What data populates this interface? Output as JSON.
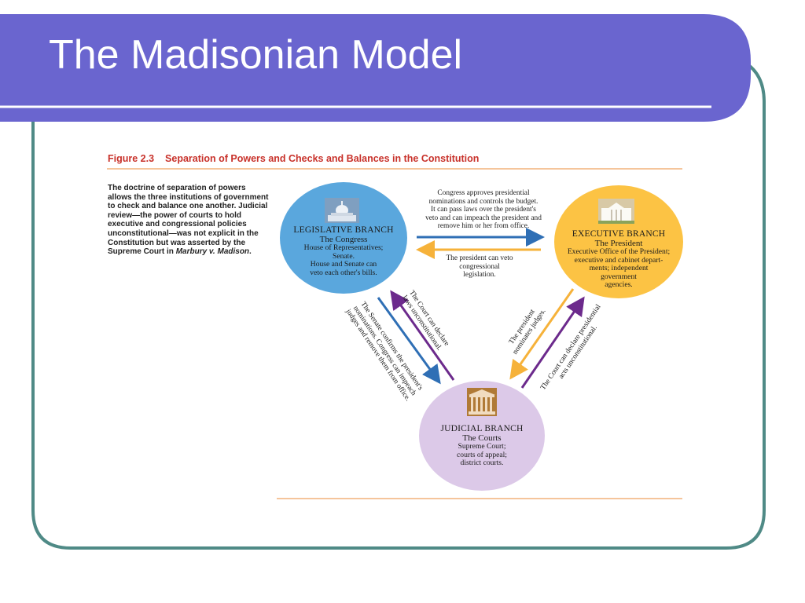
{
  "slide": {
    "title": "The Madisonian Model"
  },
  "colors": {
    "title_bar": "#6a65cf",
    "frame_border": "#4f8a86",
    "rule": "#f2b27a",
    "legislative": "#5aa7dd",
    "executive": "#fcc344",
    "judicial": "#dcc9e8",
    "arrow_blue": "#2f6fb5",
    "arrow_orange": "#f6b23a",
    "arrow_purple": "#6c2a8c",
    "figure_title": "#c8312a"
  },
  "figure": {
    "number": "Figure 2.3",
    "title": "Separation of Powers and Checks and Balances in the Constitution",
    "caption_before_italic": "The doctrine of separation of powers allows the three institutions of government to check and balance one another. Judicial review—the power of courts to hold executive and congressional policies unconstitutional—was not explicit in the Constitution but was asserted by the Supreme Court in ",
    "caption_italic": "Marbury v. Madison",
    "caption_after_italic": "."
  },
  "branches": {
    "legislative": {
      "name": "LEGISLATIVE BRANCH",
      "body": "The Congress",
      "desc_lines": [
        "House of Representatives;",
        "Senate.",
        "House and Senate can",
        "veto each other's bills."
      ],
      "icon": "capitol-building-icon"
    },
    "executive": {
      "name": "EXECUTIVE BRANCH",
      "body": "The President",
      "desc_lines": [
        "Executive Office of the President;",
        "executive and cabinet depart-",
        "ments; independent",
        "government",
        "agencies."
      ],
      "icon": "white-house-icon"
    },
    "judicial": {
      "name": "JUDICIAL BRANCH",
      "body": "The Courts",
      "desc_lines": [
        "Supreme Court;",
        "courts of appeal;",
        "district courts."
      ],
      "icon": "supreme-court-icon"
    }
  },
  "checks": {
    "congress_over_president": [
      "Congress approves presidential",
      "nominations and controls the budget.",
      "It can pass laws over the president's",
      "veto and can impeach the president and",
      "remove him or her from office."
    ],
    "president_over_congress": [
      "The president can veto",
      "congressional",
      "legislation."
    ],
    "senate_over_courts": [
      "The Senate confirms the president's",
      "nominations. Congress can impeach",
      "judges and remove them from office."
    ],
    "court_over_congress": [
      "The Court can declare",
      "laws unconstitutional."
    ],
    "president_over_courts": [
      "The president",
      "nominates judges."
    ],
    "court_over_president": [
      "The Court can declare presidential",
      "acts unconstitutional."
    ]
  }
}
